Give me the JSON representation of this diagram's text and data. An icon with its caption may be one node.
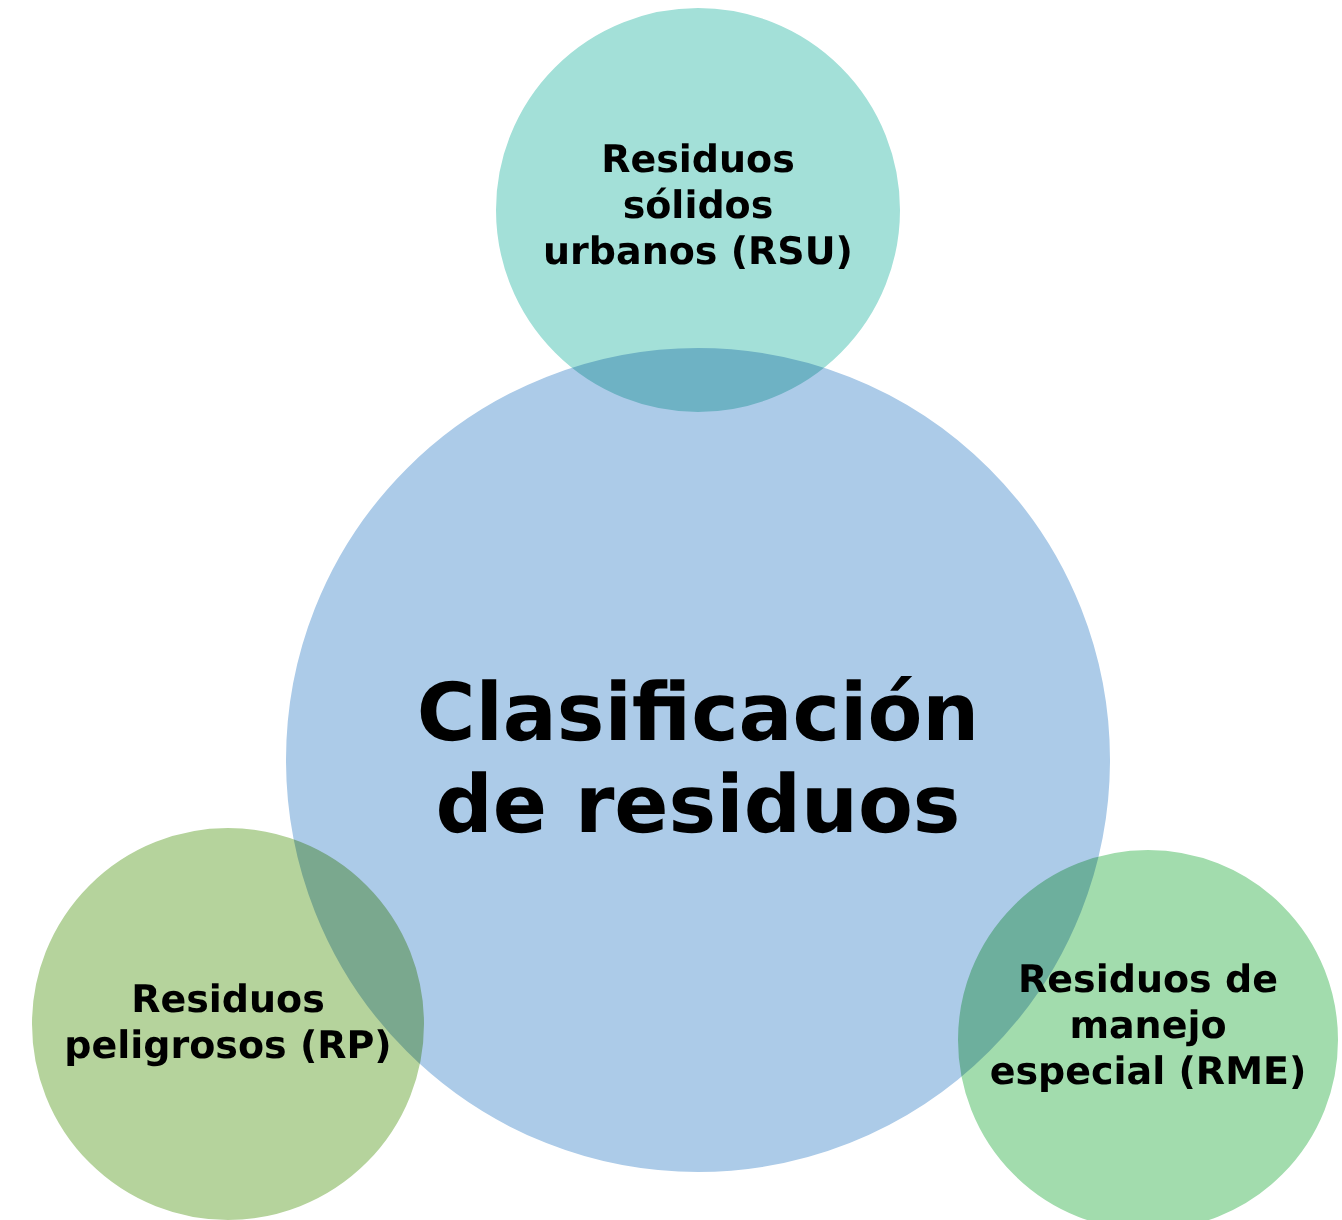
{
  "diagram": {
    "nodes": [
      {
        "text": [
          "Clasificación de residuos"
        ]
      },
      {
        "text": [
          "Residuos sólidos urbanos (RSU)"
        ]
      },
      {
        "text": [
          "Residuos peligrosos (RP)"
        ]
      },
      {
        "text": [
          "Residuos de manejo especial (RME)"
        ]
      }
    ]
  }
}
